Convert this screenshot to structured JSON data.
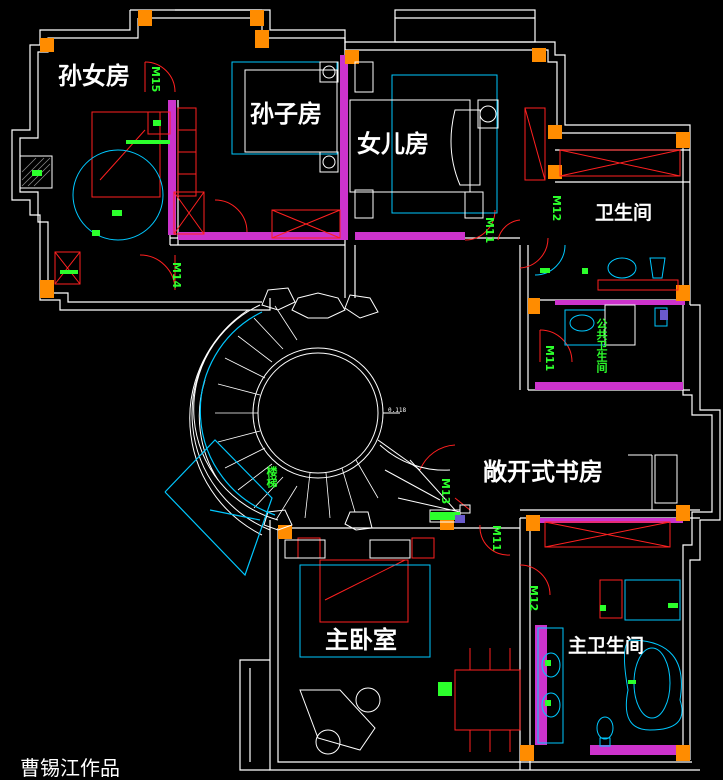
{
  "rooms": {
    "granddaughter": "孙女房",
    "grandson": "孙子房",
    "daughter": "女儿房",
    "bathroom": "卫生间",
    "public_bath": "公共卫生间",
    "open_study": "敞开式书房",
    "master_bedroom": "主卧室",
    "master_bath": "主卫生间",
    "stair": "楼梯"
  },
  "doors": {
    "m15": "M15",
    "m14": "M14",
    "m11a": "M11",
    "m12a": "M12",
    "m11b": "M11",
    "m13": "M13",
    "m11c": "M11",
    "m12b": "M12"
  },
  "dim": "0.118",
  "credit": "曹锡江作品",
  "colors": {
    "wall": "#ffffff",
    "column": "#ff8c00",
    "furniture": "#ff2020",
    "fixture": "#00c8ff",
    "tag": "#2cff2c",
    "accent": "#cc33cc"
  }
}
